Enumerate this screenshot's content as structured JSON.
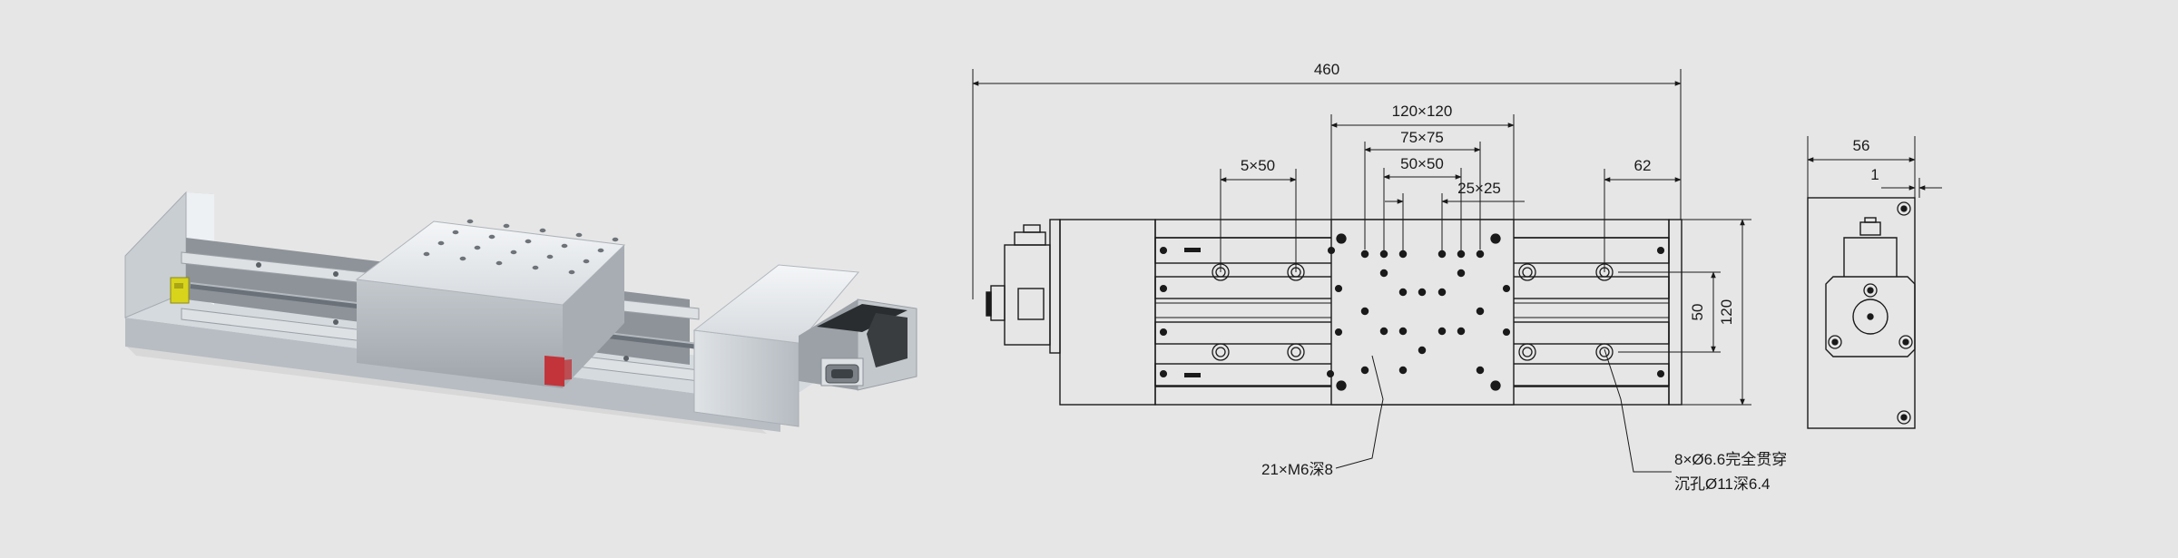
{
  "colors": {
    "background": "#e6e6e6",
    "line": "#1a1a1a",
    "aluminum": "#c9ced3",
    "connector_yellow": "#d8d41c",
    "accent_red": "#c2343a"
  },
  "render": {
    "type": "isometric-render",
    "subject": "linear-stage-with-stepper-motor"
  },
  "drawing": {
    "dimensions": {
      "overall_length": "460",
      "plate_holes": "120×120",
      "pattern_75": "75×75",
      "pattern_50": "50×50",
      "pitch_25": "25×25",
      "rail_holes": "5×50",
      "end_length": "62",
      "height_50": "50",
      "height_120": "120",
      "side_width": "56",
      "side_gap": "1"
    },
    "callouts": {
      "tapped": "21×M6深8",
      "through_line1": "8×Ø6.6完全贯穿",
      "through_line2": "沉孔Ø11深6.4"
    }
  }
}
